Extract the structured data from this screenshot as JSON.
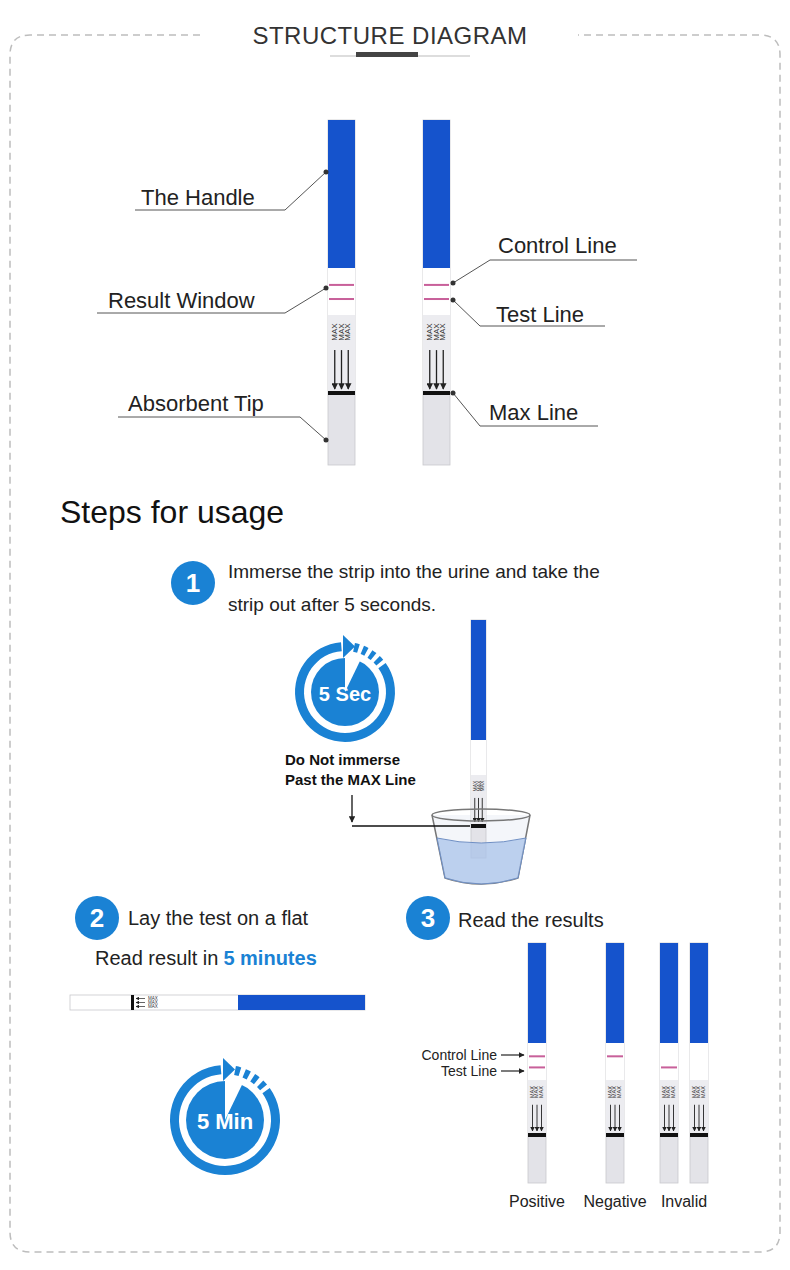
{
  "diagram": {
    "title": "STRUCTURE DIAGRAM",
    "nodes": [
      {
        "text": [
          "1"
        ]
      },
      {
        "text": [
          "5 Sec"
        ]
      },
      {
        "text": [
          "2"
        ]
      },
      {
        "text": [
          "5 Min"
        ]
      },
      {
        "text": [
          "3"
        ]
      }
    ],
    "labels": [
      "The Handle",
      "Result Window",
      "Absorbent Tip",
      "Control Line",
      "Test Line",
      "Max Line",
      "MAX",
      "MAX",
      "MAX",
      "MAX",
      "MAX",
      "MAX",
      "Steps for usage",
      "Immerse the strip into the urine and take the strip out after 5 seconds.",
      "MAX",
      "MAX",
      "MAX",
      "Do Not immerse Past the MAX Line",
      "Lay the test on a flat",
      "Read result in",
      "5 minutes",
      "MAX",
      "MAX",
      "MAX",
      "Read the results",
      "Control Line",
      "Test Line",
      "MAX",
      "MAX",
      "MAX",
      "MAX",
      "MAX",
      "MAX",
      "MAX",
      "MAX",
      "MAX",
      "MAX",
      "MAX",
      "MAX",
      "Positive",
      "Negative",
      "Invalid"
    ]
  }
}
